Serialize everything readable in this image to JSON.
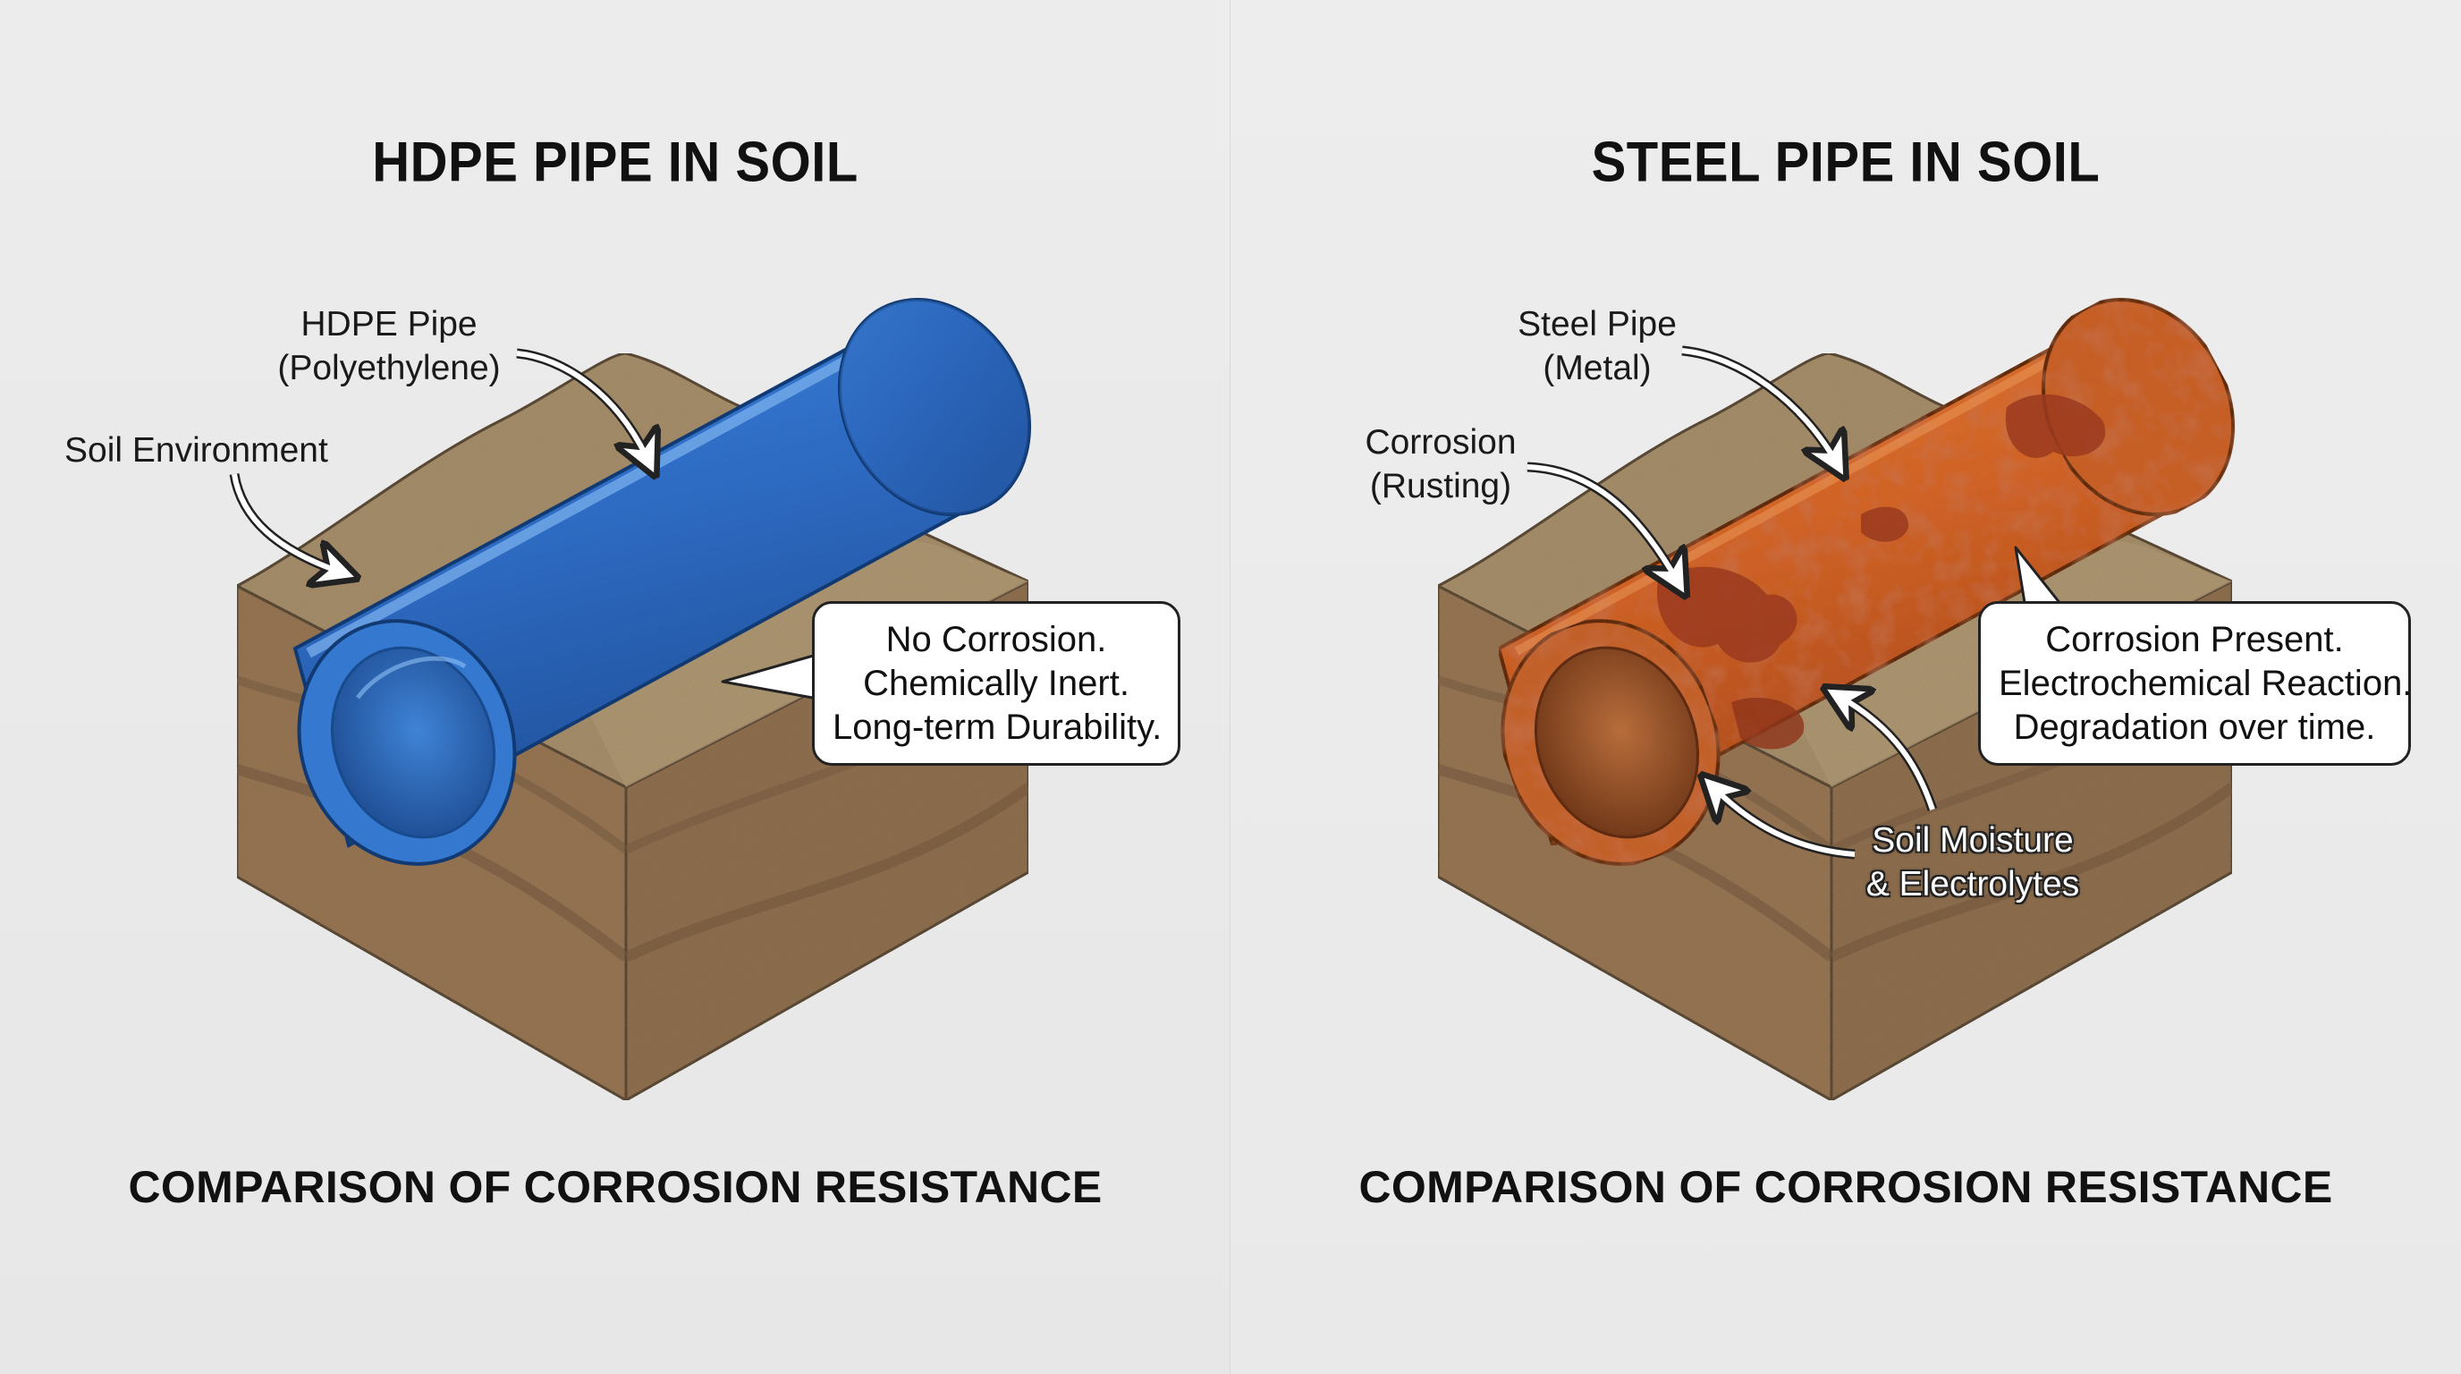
{
  "left_panel": {
    "title": "HDPE PIPE IN SOIL",
    "labels": {
      "pipe_line1": "HDPE Pipe",
      "pipe_line2": "(Polyethylene)",
      "soil": "Soil Environment"
    },
    "callout": {
      "line1": "No Corrosion.",
      "line2": "Chemically Inert.",
      "line3": "Long-term Durability."
    },
    "footer": "COMPARISON OF CORROSION RESISTANCE"
  },
  "right_panel": {
    "title": "STEEL PIPE IN SOIL",
    "labels": {
      "pipe_line1": "Steel Pipe",
      "pipe_line2": "(Metal)",
      "corrosion_line1": "Corrosion",
      "corrosion_line2": "(Rusting)",
      "moisture_line1": "Soil Moisture",
      "moisture_line2": "& Electrolytes"
    },
    "callout": {
      "line1": "Corrosion Present.",
      "line2": "Electrochemical Reaction.",
      "line3": "Degradation over time."
    },
    "footer": "COMPARISON OF CORROSION RESISTANCE"
  },
  "colors": {
    "hdpe_blue": "#2f6fc8",
    "rust_orange": "#d2692a",
    "soil_top": "#a58a67",
    "soil_side": "#8f6c4b"
  }
}
